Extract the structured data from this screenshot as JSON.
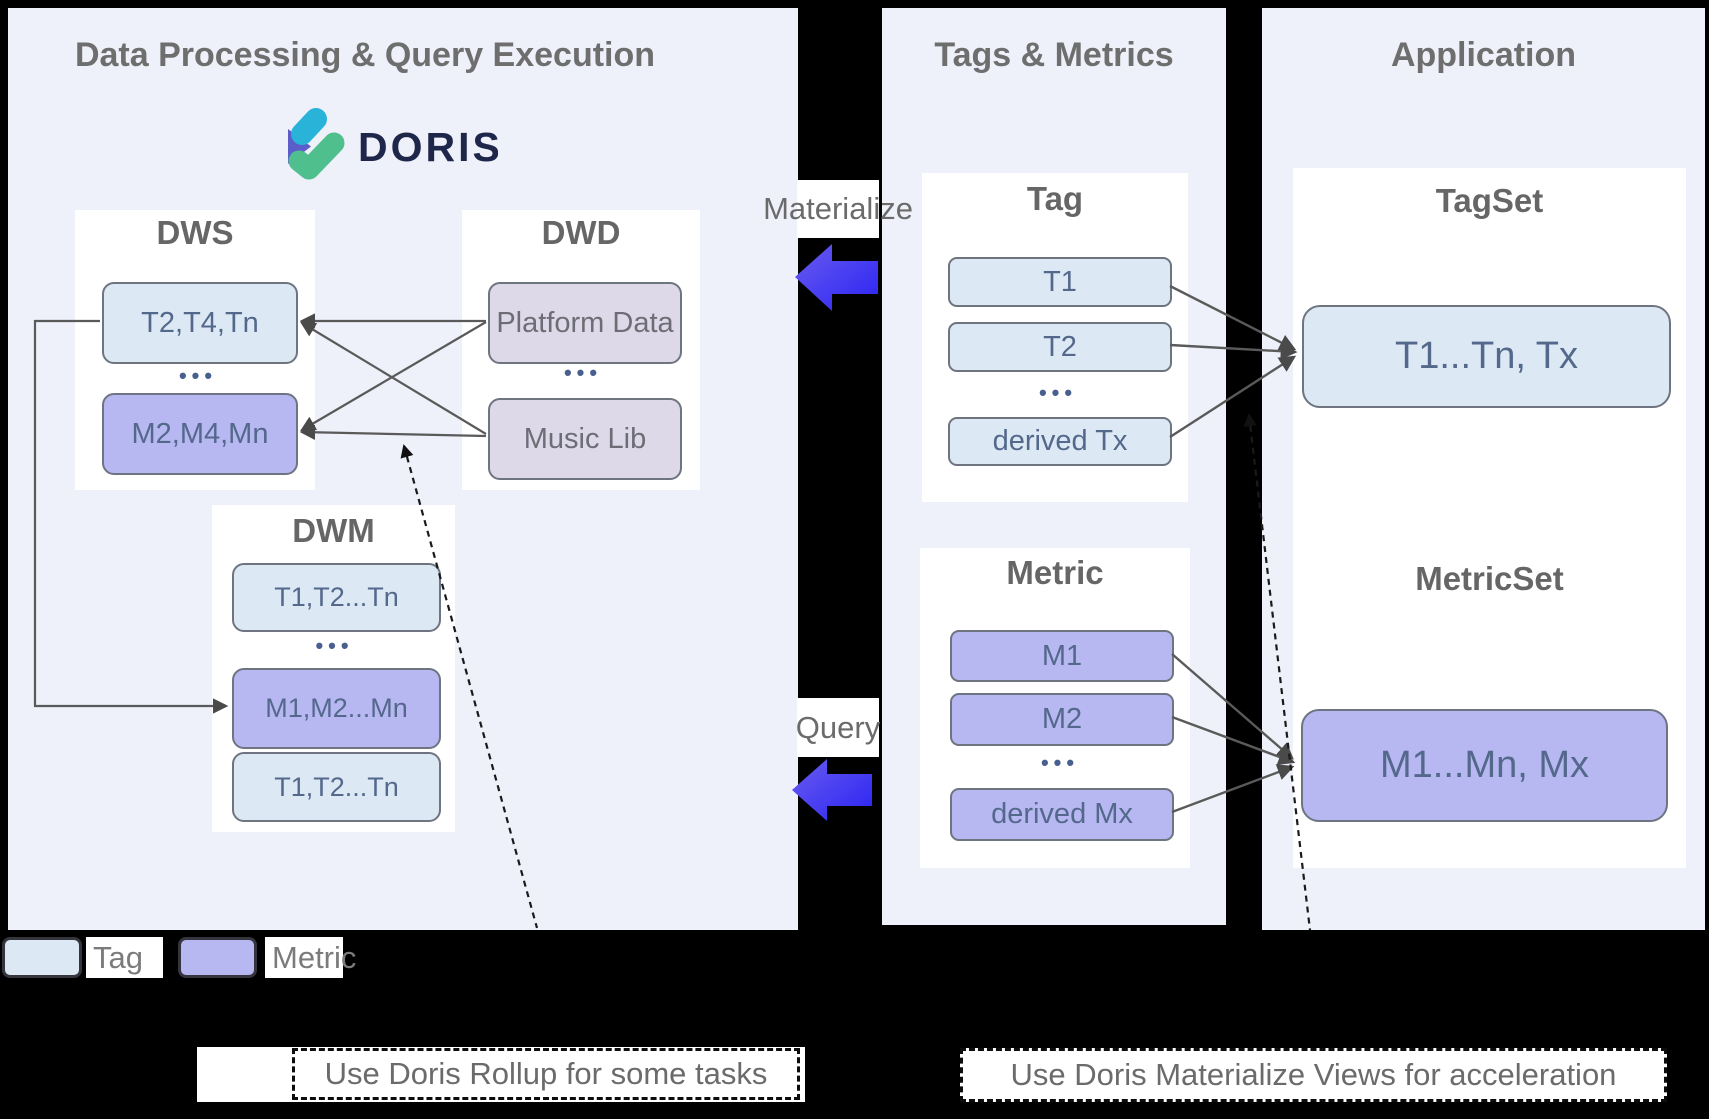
{
  "colors": {
    "panel_bg": "#eef0fa",
    "tag_fill": "#dce9f4",
    "metric_fill": "#b7b8f2",
    "dwd_fill": "#ded9e8",
    "arrow_blue": "#2f2af3",
    "doris_navy": "#1e2749",
    "doris_cyan": "#29b3d8",
    "doris_green": "#4fc08d",
    "doris_indigo": "#5b5ec9"
  },
  "left_panel": {
    "title": "Data Processing & Query Execution",
    "logo_text": "DORIS",
    "dws": {
      "title": "DWS",
      "row1": "T2,T4,Tn",
      "dots": "•••",
      "row2": "M2,M4,Mn"
    },
    "dwd": {
      "title": "DWD",
      "row1": "Platform Data",
      "dots": "•••",
      "row2": "Music Lib"
    },
    "dwm": {
      "title": "DWM",
      "row1": "T1,T2...Tn",
      "dots": "•••",
      "row2": "M1,M2...Mn",
      "row3": "T1,T2...Tn"
    }
  },
  "middle_panel": {
    "title": "Tags & Metrics",
    "tag": {
      "title": "Tag",
      "row1": "T1",
      "row2": "T2",
      "dots": "•••",
      "row3": "derived Tx"
    },
    "metric": {
      "title": "Metric",
      "row1": "M1",
      "row2": "M2",
      "dots": "•••",
      "row3": "derived Mx"
    }
  },
  "right_panel": {
    "title": "Application",
    "tagset_title": "TagSet",
    "tagset_value": "T1...Tn, Tx",
    "metricset_title": "MetricSet",
    "metricset_value": "M1...Mn, Mx"
  },
  "flow_labels": {
    "materialize": "Materialize",
    "query": "Query"
  },
  "legend": {
    "tag_label": "Tag",
    "metric_label": "Metric"
  },
  "notes": {
    "rollup": "Use Doris Rollup for some tasks",
    "materialized_views": "Use Doris Materialize Views for acceleration"
  }
}
